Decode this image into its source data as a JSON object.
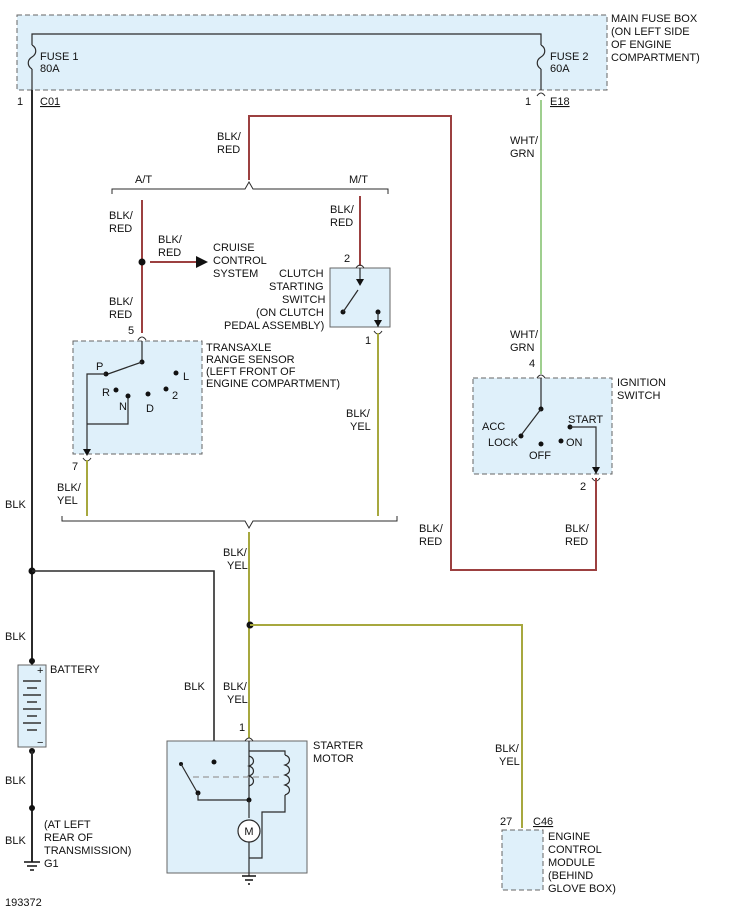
{
  "colors": {
    "black_wire": "#2b2b2b",
    "red_wire": "#9c4040",
    "green_wire": "#9fcf8f",
    "yellow_wire": "#a7a83f",
    "component_fill": "#dff0fa",
    "component_border": "#666666",
    "dashed_link": "#9a9a9a"
  },
  "fuse_box": {
    "title": [
      "MAIN FUSE BOX",
      "(ON LEFT SIDE",
      "OF ENGINE",
      "COMPARTMENT)"
    ],
    "fuse1": {
      "name": "FUSE 1",
      "rating": "80A",
      "pin": "1",
      "connector": "C01"
    },
    "fuse2": {
      "name": "FUSE 2",
      "rating": "60A",
      "pin": "1",
      "connector": "E18"
    }
  },
  "wires": {
    "blk": "BLK",
    "blk_red": [
      "BLK/",
      "RED"
    ],
    "blk_yel": [
      "BLK/",
      "YEL"
    ],
    "wht_grn": [
      "WHT/",
      "GRN"
    ]
  },
  "branches": {
    "at": "A/T",
    "mt": "M/T"
  },
  "cruise": {
    "label": [
      "CRUISE",
      "CONTROL",
      "SYSTEM"
    ]
  },
  "clutch": {
    "label": [
      "CLUTCH",
      "STARTING",
      "SWITCH",
      "(ON CLUTCH",
      "PEDAL ASSEMBLY)"
    ],
    "pin_in": "2",
    "pin_out": "1"
  },
  "transaxle": {
    "label": [
      "TRANSAXLE",
      "RANGE SENSOR",
      "(LEFT FRONT OF",
      "ENGINE COMPARTMENT)"
    ],
    "pin_in": "5",
    "pin_out": "7",
    "positions": [
      "P",
      "R",
      "N",
      "D",
      "2",
      "L"
    ]
  },
  "ignition": {
    "label": [
      "IGNITION",
      "SWITCH"
    ],
    "pin_in": "4",
    "pin_out": "2",
    "positions": [
      "ACC",
      "LOCK",
      "OFF",
      "ON",
      "START"
    ]
  },
  "battery": {
    "label": "BATTERY",
    "plus": "+",
    "minus": "−"
  },
  "ground": {
    "label": [
      "(AT LEFT",
      "REAR OF",
      "TRANSMISSION)"
    ],
    "id": "G1"
  },
  "starter": {
    "label": [
      "STARTER",
      "MOTOR"
    ],
    "pin": "1",
    "motor_symbol": "M"
  },
  "ecm": {
    "label": [
      "ENGINE",
      "CONTROL",
      "MODULE",
      "(BEHIND",
      "GLOVE BOX)"
    ],
    "pin": "27",
    "connector": "C46"
  },
  "figure_id": "193372"
}
